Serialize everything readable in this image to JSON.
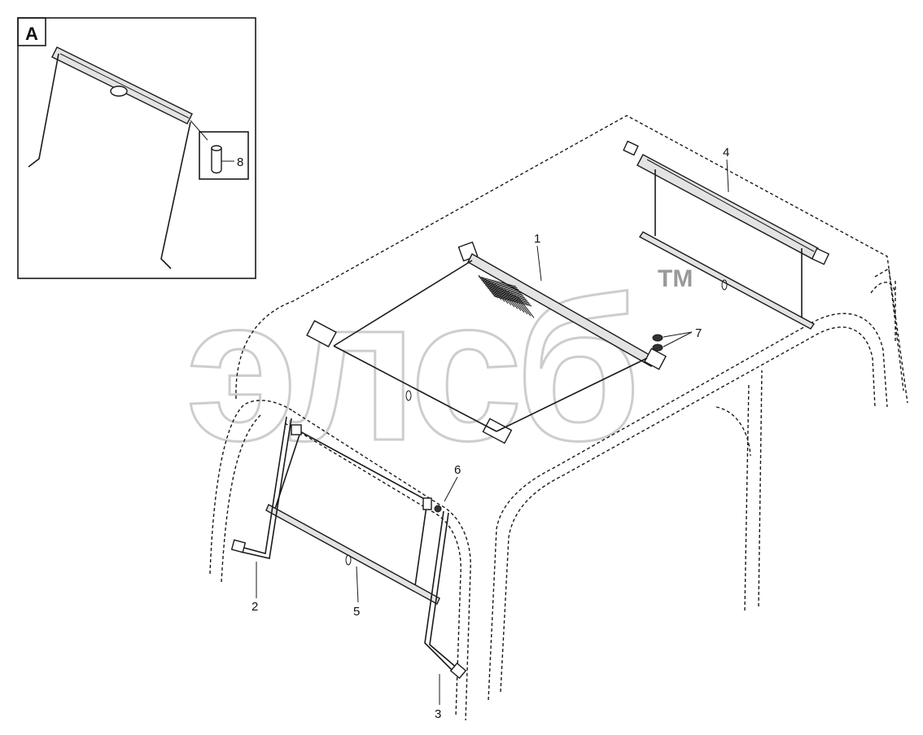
{
  "detail": {
    "label": "A"
  },
  "watermark": {
    "text": "элсб",
    "mark": "TM"
  },
  "callouts": [
    "1",
    "2",
    "3",
    "4",
    "5",
    "6",
    "7",
    "8"
  ]
}
